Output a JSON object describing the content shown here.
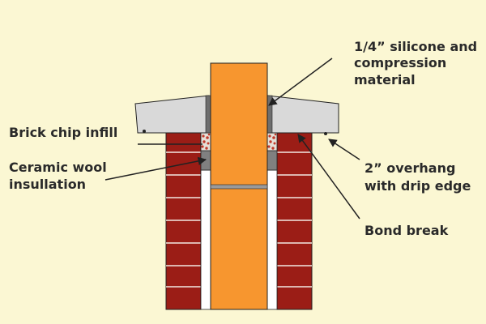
{
  "colors": {
    "background": "#fbf7d3",
    "flue_liner": "#f7962f",
    "brick": "#9b1d16",
    "crown_cap": "#d9d9d9",
    "ceramic_wool": "#808080",
    "brick_chips": "#c0392b",
    "outline": "#222222"
  },
  "labels": {
    "silicone_line1": "1/4” silicone and",
    "silicone_line2": "compression",
    "silicone_line3": "material",
    "brick_chip": "Brick chip infill",
    "ceramic_line1": "Ceramic wool",
    "ceramic_line2": "insullation",
    "overhang_line1": "2” overhang",
    "overhang_line2": "with drip edge",
    "bond_break": "Bond break"
  }
}
